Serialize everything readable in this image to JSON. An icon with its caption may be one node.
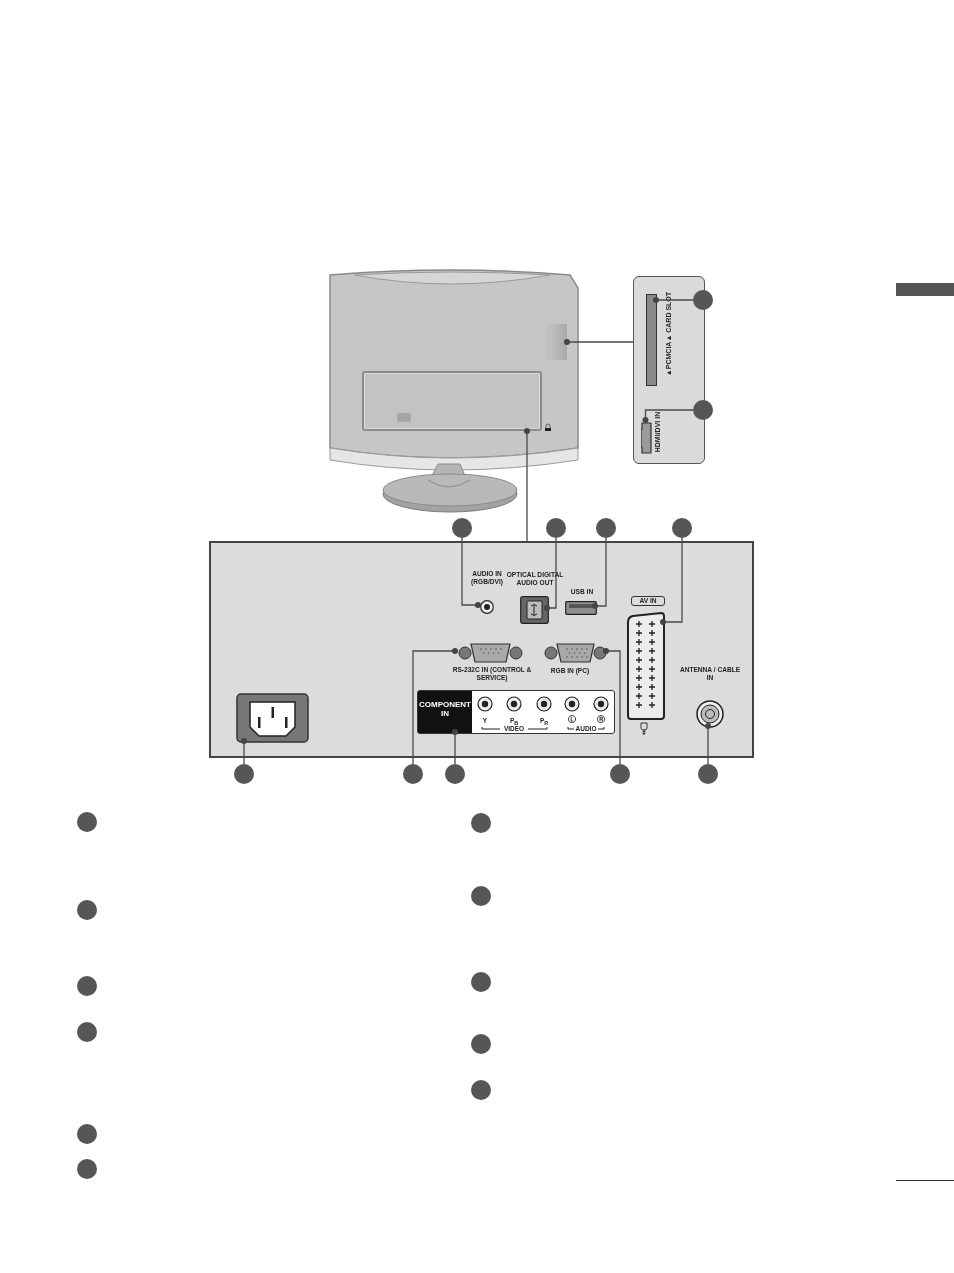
{
  "diagram": {
    "nodes": [
      {
        "text": [],
        "shape": "picture"
      },
      {
        "text": [],
        "shape": "box",
        "in": 0
      },
      {
        "text": [],
        "shape": "box",
        "in": 0
      },
      {
        "text": [],
        "shape": "box"
      },
      {
        "text": [],
        "shape": "box",
        "in": 3,
        "beside": [
          "▲PCMCIA▲ CARD SLOT"
        ]
      },
      {
        "text": [],
        "shape": "box",
        "in": 3,
        "beside": [
          "HDMI/DVI IN"
        ]
      },
      {
        "text": [],
        "shape": "circle"
      },
      {
        "text": [],
        "shape": "circle"
      },
      {
        "text": [],
        "shape": "box"
      },
      {
        "text": [],
        "shape": "circle",
        "in": 8,
        "beside": [
          "AUDIO IN (RGB/DVI)"
        ]
      },
      {
        "text": [],
        "shape": "box",
        "in": 8,
        "beside": [
          "OPTICAL DIGITAL AUDIO OUT"
        ]
      },
      {
        "text": [],
        "shape": "box",
        "in": 8,
        "beside": [
          "USB IN"
        ]
      },
      {
        "text": [],
        "shape": "box",
        "in": 8,
        "beside": [
          "AV IN"
        ]
      },
      {
        "text": [],
        "shape": "box",
        "in": 8,
        "beside": [
          "RS-232C IN (CONTROL & SERVICE)"
        ]
      },
      {
        "text": [],
        "shape": "box",
        "in": 8,
        "beside": [
          "RGB IN (PC)"
        ]
      },
      {
        "text": [
          "COMPONENT IN",
          "Y",
          "P$_{B}$",
          "P$_{R}$",
          "Ⓛ",
          "Ⓡ",
          "VIDEO",
          "AUDIO"
        ],
        "in": 8
      },
      {
        "text": [],
        "shape": "circle",
        "in": 8,
        "beside": [
          "ANTENNA / CABLE IN"
        ]
      },
      {
        "text": [],
        "shape": "box",
        "in": 8
      },
      {
        "text": [],
        "shape": "circle"
      },
      {
        "text": [],
        "shape": "circle"
      },
      {
        "text": [],
        "shape": "circle"
      },
      {
        "text": [],
        "shape": "circle"
      },
      {
        "text": [],
        "shape": "circle"
      },
      {
        "text": [],
        "shape": "circle"
      },
      {
        "text": [],
        "shape": "circle"
      },
      {
        "text": [],
        "shape": "circle"
      },
      {
        "text": [],
        "shape": "circle"
      },
      {
        "text": [],
        "shape": "circle"
      },
      {
        "text": [],
        "shape": "circle"
      },
      {
        "text": [],
        "shape": "circle"
      },
      {
        "text": [],
        "shape": "circle"
      },
      {
        "text": [],
        "shape": "circle"
      },
      {
        "text": [],
        "shape": "circle"
      },
      {
        "text": [],
        "shape": "circle"
      },
      {
        "text": [],
        "shape": "circle"
      },
      {
        "text": [],
        "shape": "circle"
      },
      {
        "text": [],
        "shape": "circle"
      },
      {
        "text": [],
        "shape": "circle"
      }
    ],
    "edges": [
      {
        "from": 6,
        "to": 4,
        "arrow": "other"
      },
      {
        "from": 7,
        "to": 5,
        "arrow": "other"
      },
      {
        "from": 3,
        "to": 1,
        "arrow": "other"
      },
      {
        "from": 8,
        "to": 2,
        "arrow": "other"
      },
      {
        "from": 18,
        "to": 9,
        "arrow": "other"
      },
      {
        "from": 19,
        "to": 10,
        "arrow": "other"
      },
      {
        "from": 20,
        "to": 11,
        "arrow": "other"
      },
      {
        "from": 21,
        "to": 12,
        "arrow": "other"
      },
      {
        "from": 22,
        "to": 17,
        "arrow": "other"
      },
      {
        "from": 23,
        "to": 13,
        "arrow": "other"
      },
      {
        "from": 24,
        "to": 15,
        "arrow": "other"
      },
      {
        "from": 25,
        "to": 14,
        "arrow": "other"
      },
      {
        "from": 26,
        "to": 16,
        "arrow": "other"
      }
    ]
  }
}
